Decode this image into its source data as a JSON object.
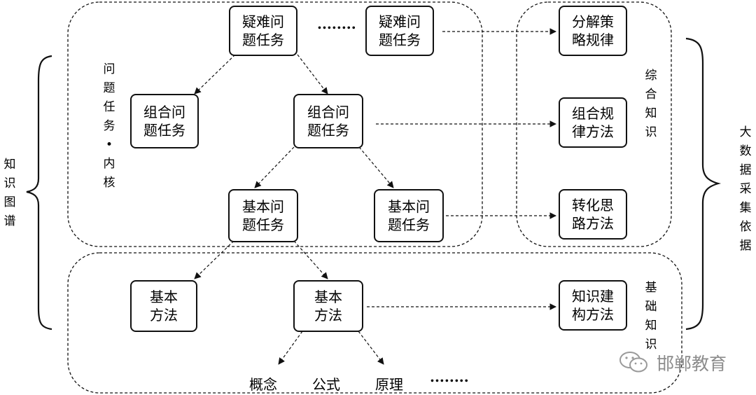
{
  "regions": {
    "problem_core_label": "问题任务•内核",
    "comprehensive_label": "综合知识",
    "basic_knowledge_label": "基础知识"
  },
  "side_labels": {
    "knowledge_graph": "知识图谱",
    "big_data": "大数据采集依据"
  },
  "nodes": {
    "hard_1": [
      "疑难问",
      "题任务"
    ],
    "hard_2": [
      "疑难问",
      "题任务"
    ],
    "combo_1": [
      "组合问",
      "题任务"
    ],
    "combo_2": [
      "组合问",
      "题任务"
    ],
    "basic_1": [
      "基本问",
      "题任务"
    ],
    "basic_2": [
      "基本问",
      "题任务"
    ],
    "method_1": [
      "基本",
      "方法"
    ],
    "method_2": [
      "基本",
      "方法"
    ],
    "decompose": [
      "分解策",
      "略规律"
    ],
    "combo_rule": [
      "组合规",
      "律方法"
    ],
    "transform": [
      "转化思",
      "路方法"
    ],
    "construct": [
      "知识建",
      "构方法"
    ]
  },
  "ellipsis": "........",
  "leaves": {
    "concept": "概念",
    "formula": "公式",
    "principle": "原理",
    "more": "........"
  },
  "watermark": {
    "text": "邯郸教育",
    "icon": "wechat-icon"
  }
}
